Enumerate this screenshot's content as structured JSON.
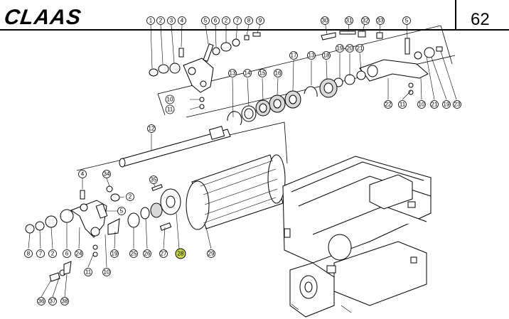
{
  "header": {
    "logo_text": "CLAAS",
    "page_number": "62"
  },
  "callouts": [
    {
      "id": "c1",
      "label": "1"
    },
    {
      "id": "c2",
      "label": "2"
    },
    {
      "id": "c3",
      "label": "3"
    },
    {
      "id": "c4",
      "label": "4"
    },
    {
      "id": "c5",
      "label": "5"
    },
    {
      "id": "c6",
      "label": "6"
    },
    {
      "id": "c7",
      "label": "2"
    },
    {
      "id": "c8",
      "label": "7"
    },
    {
      "id": "c9",
      "label": "8"
    },
    {
      "id": "c10",
      "label": "9"
    },
    {
      "id": "c11",
      "label": "10"
    },
    {
      "id": "c12",
      "label": "11"
    },
    {
      "id": "c13",
      "label": "30"
    },
    {
      "id": "c14",
      "label": "31"
    },
    {
      "id": "c15",
      "label": "32"
    },
    {
      "id": "c16",
      "label": "33"
    },
    {
      "id": "c17",
      "label": "5"
    },
    {
      "id": "c18",
      "label": "17"
    },
    {
      "id": "c19",
      "label": "13"
    },
    {
      "id": "c20",
      "label": "18"
    },
    {
      "id": "c21",
      "label": "19"
    },
    {
      "id": "c22",
      "label": "20"
    },
    {
      "id": "c23",
      "label": "21"
    },
    {
      "id": "c24",
      "label": "13"
    },
    {
      "id": "c25",
      "label": "14"
    },
    {
      "id": "c26",
      "label": "15"
    },
    {
      "id": "c27",
      "label": "16"
    },
    {
      "id": "c28",
      "label": "22"
    },
    {
      "id": "c29",
      "label": "11"
    },
    {
      "id": "c30",
      "label": "10"
    },
    {
      "id": "c31",
      "label": "21"
    },
    {
      "id": "c32",
      "label": "19"
    },
    {
      "id": "c33",
      "label": "23"
    },
    {
      "id": "c34",
      "label": "12"
    },
    {
      "id": "c35",
      "label": "4"
    },
    {
      "id": "c36",
      "label": "34"
    },
    {
      "id": "c37",
      "label": "2"
    },
    {
      "id": "c38",
      "label": "35"
    },
    {
      "id": "c39",
      "label": "5"
    },
    {
      "id": "c40",
      "label": "8"
    },
    {
      "id": "c41",
      "label": "7"
    },
    {
      "id": "c42",
      "label": "2"
    },
    {
      "id": "c43",
      "label": "6"
    },
    {
      "id": "c44",
      "label": "24"
    },
    {
      "id": "c45",
      "label": "11"
    },
    {
      "id": "c46",
      "label": "10"
    },
    {
      "id": "c47",
      "label": "19"
    },
    {
      "id": "c48",
      "label": "25"
    },
    {
      "id": "c49",
      "label": "26"
    },
    {
      "id": "c50",
      "label": "27"
    },
    {
      "id": "c51",
      "label": "28",
      "highlight": true
    },
    {
      "id": "c52",
      "label": "29"
    },
    {
      "id": "c53",
      "label": "36"
    },
    {
      "id": "c54",
      "label": "37"
    },
    {
      "id": "c55",
      "label": "38"
    }
  ]
}
